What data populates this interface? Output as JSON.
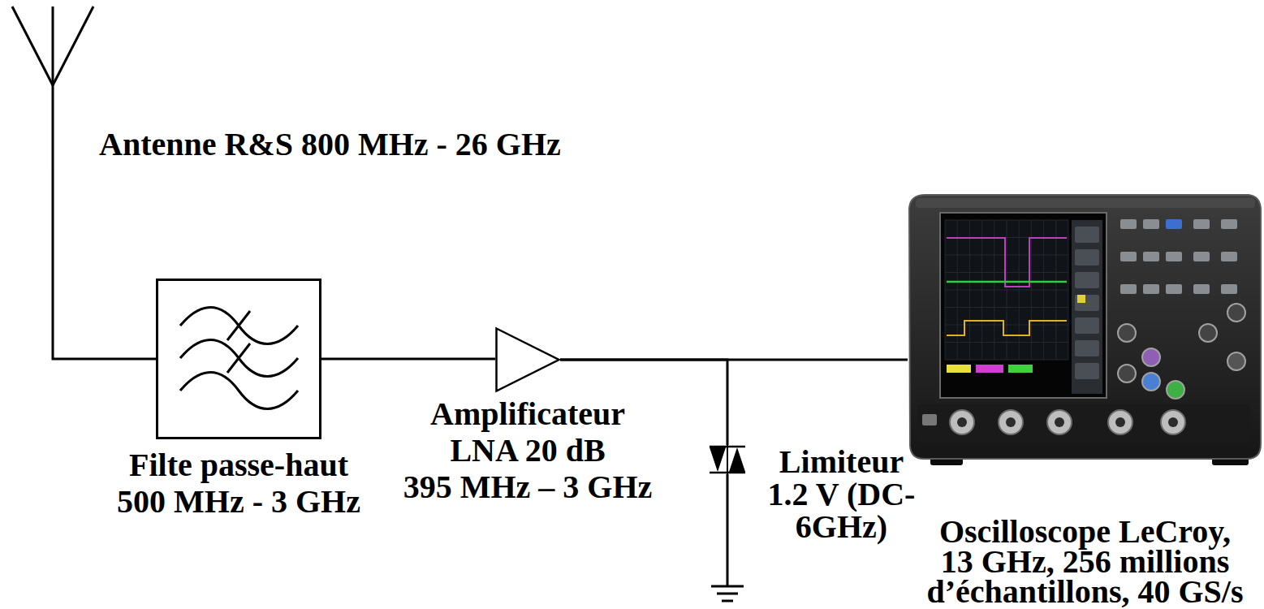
{
  "diagram": {
    "nodes": [
      {
        "text": [
          "Antenne R&S 800 MHz - 26 GHz"
        ]
      },
      {
        "text": [
          "Filte passe-haut",
          "500 MHz - 3 GHz"
        ]
      },
      {
        "text": [
          "Amplificateur",
          "LNA 20 dB",
          "395 MHz – 3 GHz"
        ]
      },
      {
        "text": [
          "Limiteur",
          "1.2 V (DC-6GHz)"
        ]
      },
      {
        "text": [
          "Oscilloscope LeCroy,",
          "13 GHz, 256 millions d’échantillons, 40 GS/s"
        ]
      }
    ],
    "edges": [
      {
        "from": 0,
        "to": 1,
        "arrow": "none"
      },
      {
        "from": 1,
        "to": 2,
        "arrow": "none"
      },
      {
        "from": 2,
        "to": 3,
        "arrow": "none"
      },
      {
        "from": 2,
        "to": 4,
        "arrow": "none"
      }
    ]
  }
}
